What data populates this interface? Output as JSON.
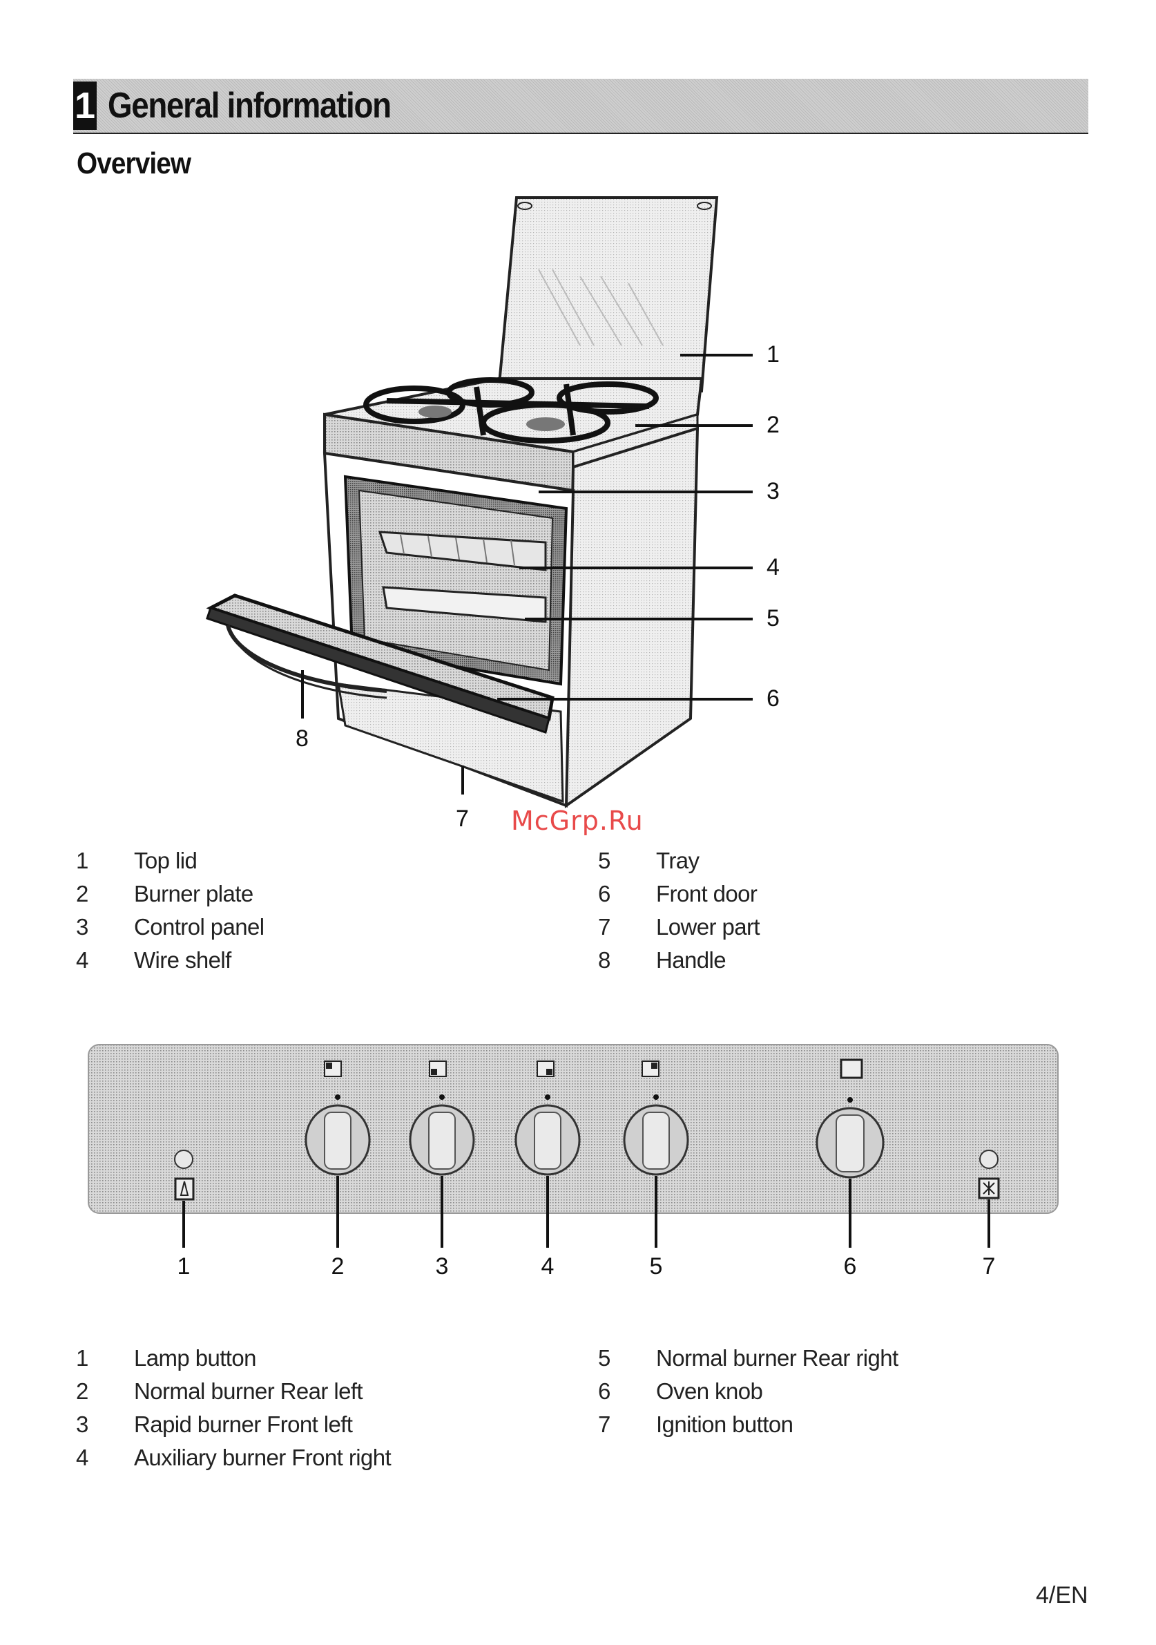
{
  "section": {
    "number": "1",
    "title": "General information"
  },
  "overview_title": "Overview",
  "watermark": "McGrp.Ru",
  "oven_figure": {
    "callouts": [
      "1",
      "2",
      "3",
      "4",
      "5",
      "6",
      "7",
      "8"
    ]
  },
  "oven_parts": [
    {
      "num": "1",
      "label": "Top lid"
    },
    {
      "num": "2",
      "label": "Burner plate"
    },
    {
      "num": "3",
      "label": "Control panel"
    },
    {
      "num": "4",
      "label": "Wire shelf"
    },
    {
      "num": "5",
      "label": "Tray"
    },
    {
      "num": "6",
      "label": "Front door"
    },
    {
      "num": "7",
      "label": "Lower part"
    },
    {
      "num": "8",
      "label": "Handle"
    }
  ],
  "panel_figure": {
    "callouts": [
      "1",
      "2",
      "3",
      "4",
      "5",
      "6",
      "7"
    ]
  },
  "panel_parts": [
    {
      "num": "1",
      "label": "Lamp button"
    },
    {
      "num": "2",
      "label": "Normal burner Rear left"
    },
    {
      "num": "3",
      "label": "Rapid burner Front left"
    },
    {
      "num": "4",
      "label": "Auxiliary burner Front right"
    },
    {
      "num": "5",
      "label": "Normal burner Rear right"
    },
    {
      "num": "6",
      "label": "Oven knob"
    },
    {
      "num": "7",
      "label": "Ignition button"
    }
  ],
  "page_number": "4/EN"
}
